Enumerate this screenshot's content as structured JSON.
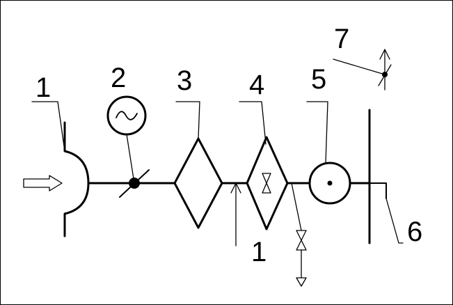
{
  "diagram": {
    "labels": {
      "input_1": "1",
      "generator_2": "2",
      "block_3": "3",
      "block_4": "4",
      "block_5": "5",
      "bar_6": "6",
      "detail_7": "7",
      "junction_1": "1"
    }
  },
  "colors": {
    "line": "#000000",
    "background": "#ffffff"
  },
  "icons": {
    "input": "input-arrow-icon",
    "inlet": "inlet-cup-icon",
    "generator": "sine-generator-icon",
    "valve": "valve-icon",
    "rotor": "circle-dot-icon",
    "bar": "bus-bar-icon",
    "detail": "branch-arrow-icon"
  }
}
